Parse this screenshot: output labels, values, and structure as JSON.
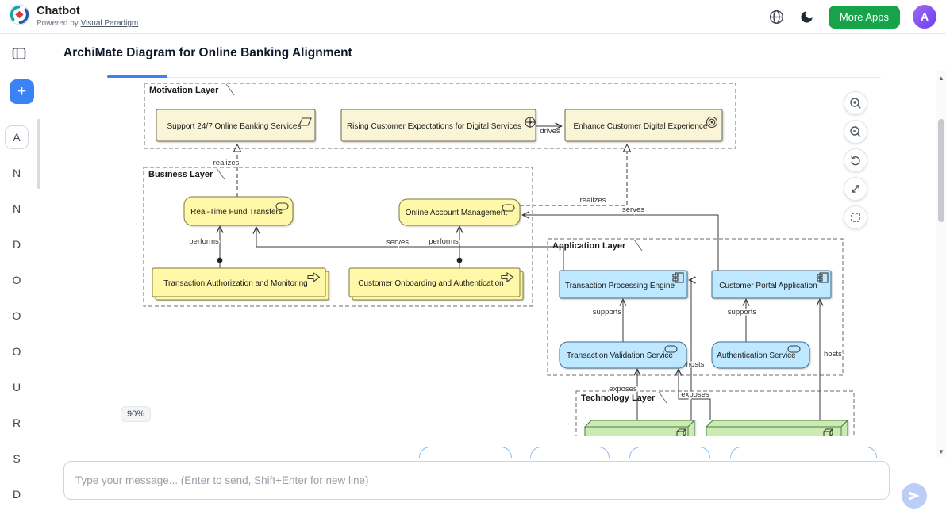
{
  "header": {
    "app_title": "Chatbot",
    "powered_by": "Powered by",
    "powered_by_link": "Visual Paradigm",
    "more_apps": "More Apps",
    "avatar": "A"
  },
  "sidebar": {
    "items": [
      {
        "label": "A",
        "active": true
      },
      {
        "label": "N"
      },
      {
        "label": "N"
      },
      {
        "label": "D"
      },
      {
        "label": "O"
      },
      {
        "label": "O"
      },
      {
        "label": "O"
      },
      {
        "label": "U"
      },
      {
        "label": "R"
      },
      {
        "label": "S"
      },
      {
        "label": "D"
      }
    ]
  },
  "main": {
    "title": "ArchiMate Diagram for Online Banking Alignment",
    "zoom_level": "90%"
  },
  "diagram": {
    "groups": [
      {
        "label": "Motivation Layer"
      },
      {
        "label": "Business Layer"
      },
      {
        "label": "Application Layer"
      },
      {
        "label": "Technology Layer"
      }
    ],
    "nodes": [
      {
        "label": "Support 24/7 Online Banking Services",
        "type": "requirement",
        "layer": "motivation"
      },
      {
        "label": "Rising Customer Expectations for Digital Services",
        "type": "driver",
        "layer": "motivation"
      },
      {
        "label": "Enhance Customer Digital Experience",
        "type": "goal",
        "layer": "motivation"
      },
      {
        "label": "Real-Time Fund Transfers",
        "type": "business-service",
        "layer": "business"
      },
      {
        "label": "Online Account Management",
        "type": "business-service",
        "layer": "business"
      },
      {
        "label": "Transaction Authorization and Monitoring",
        "type": "business-process",
        "layer": "business"
      },
      {
        "label": "Customer Onboarding and Authentication",
        "type": "business-process",
        "layer": "business"
      },
      {
        "label": "Transaction Processing Engine",
        "type": "application-component",
        "layer": "application"
      },
      {
        "label": "Customer Portal Application",
        "type": "application-component",
        "layer": "application"
      },
      {
        "label": "Transaction Validation Service",
        "type": "application-service",
        "layer": "application"
      },
      {
        "label": "Authentication Service",
        "type": "application-service",
        "layer": "application"
      },
      {
        "label": "",
        "type": "node",
        "layer": "technology"
      },
      {
        "label": "",
        "type": "node",
        "layer": "technology"
      }
    ],
    "edges": [
      {
        "label": "realizes",
        "from": "Real-Time Fund Transfers",
        "to": "Support 24/7 Online Banking Services"
      },
      {
        "label": "drives",
        "from": "Rising Customer Expectations for Digital Services",
        "to": "Enhance Customer Digital Experience"
      },
      {
        "label": "realizes",
        "from": "Online Account Management",
        "to": "Enhance Customer Digital Experience"
      },
      {
        "label": "serves",
        "from": "Customer Portal Application",
        "to": "Online Account Management"
      },
      {
        "label": "performs",
        "from": "Transaction Authorization and Monitoring",
        "to": "Real-Time Fund Transfers"
      },
      {
        "label": "performs",
        "from": "Customer Onboarding and Authentication",
        "to": "Online Account Management"
      },
      {
        "label": "serves",
        "from": "Transaction Processing Engine",
        "to": "Real-Time Fund Transfers"
      },
      {
        "label": "supports",
        "from": "Transaction Validation Service",
        "to": "Transaction Processing Engine"
      },
      {
        "label": "supports",
        "from": "Authentication Service",
        "to": "Customer Portal Application"
      },
      {
        "label": "hosts",
        "from": "Technology Layer node (left)",
        "to": "Transaction Processing Engine"
      },
      {
        "label": "hosts",
        "from": "Technology Layer node (right)",
        "to": "Customer Portal Application"
      },
      {
        "label": "exposes",
        "from": "Technology Layer node (left)",
        "to": "Transaction Validation Service"
      },
      {
        "label": "exposes",
        "from": "Technology Layer node (right)",
        "to": "Transaction Validation Service"
      }
    ]
  },
  "composer": {
    "placeholder": "Type your message... (Enter to send, Shift+Enter for new line)"
  },
  "colors": {
    "accent_blue": "#3b82f6",
    "more_apps_green": "#16a34a",
    "avatar_purple": "#8b5cf6",
    "motivation_fill": "#FBF5D8",
    "business_fill": "#FFF8A9",
    "application_fill": "#BEE8FF",
    "technology_fill": "#CCEBB3"
  }
}
